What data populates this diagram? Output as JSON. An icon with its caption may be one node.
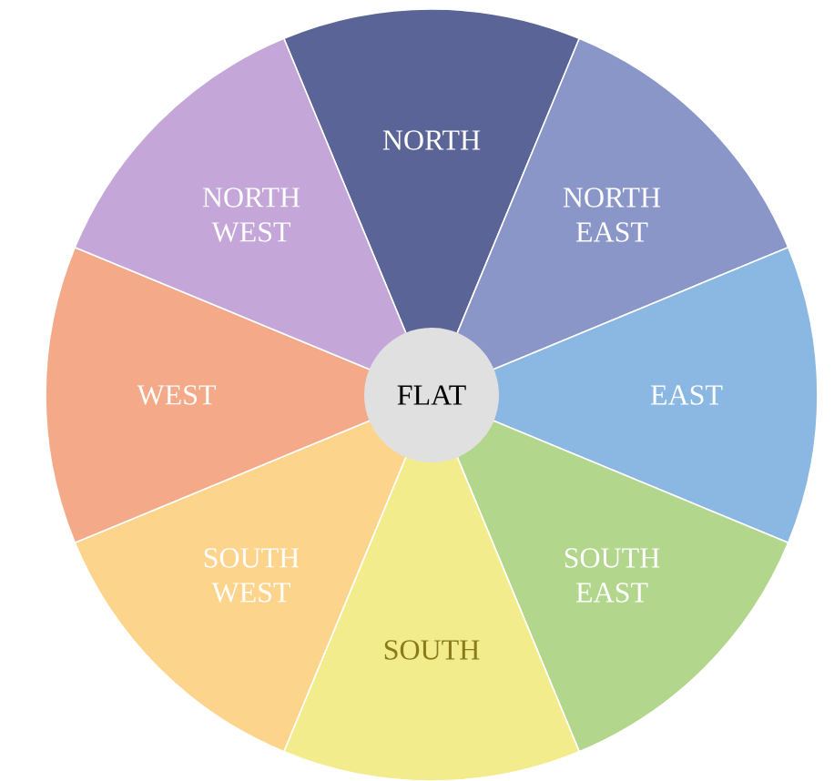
{
  "diagram": {
    "nodes": [
      {
        "text": [
          "NORTH"
        ]
      },
      {
        "text": [
          "NORTH EAST"
        ]
      },
      {
        "text": [
          "EAST"
        ]
      },
      {
        "text": [
          "SOUTH EAST"
        ]
      },
      {
        "text": [
          "SOUTH"
        ]
      },
      {
        "text": [
          "SOUTH WEST"
        ]
      },
      {
        "text": [
          "WEST"
        ]
      },
      {
        "text": [
          "NORTH WEST"
        ]
      },
      {
        "text": [
          "FLAT"
        ]
      }
    ]
  }
}
